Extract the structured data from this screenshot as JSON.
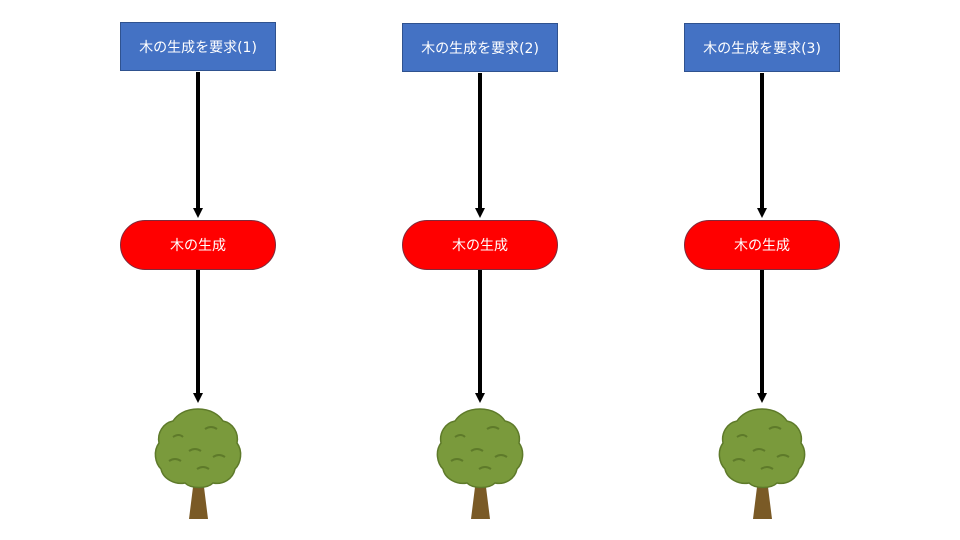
{
  "columns": [
    {
      "request_label": "木の生成を要求(1)",
      "generate_label": "木の生成",
      "tree_icon": "tree-icon"
    },
    {
      "request_label": "木の生成を要求(2)",
      "generate_label": "木の生成",
      "tree_icon": "tree-icon"
    },
    {
      "request_label": "木の生成を要求(3)",
      "generate_label": "木の生成",
      "tree_icon": "tree-icon"
    }
  ],
  "colors": {
    "request_fill": "#4472c4",
    "generate_fill": "#ff0000",
    "arrow": "#000000",
    "foliage": "#7a9a3c",
    "trunk": "#7a5a26"
  }
}
